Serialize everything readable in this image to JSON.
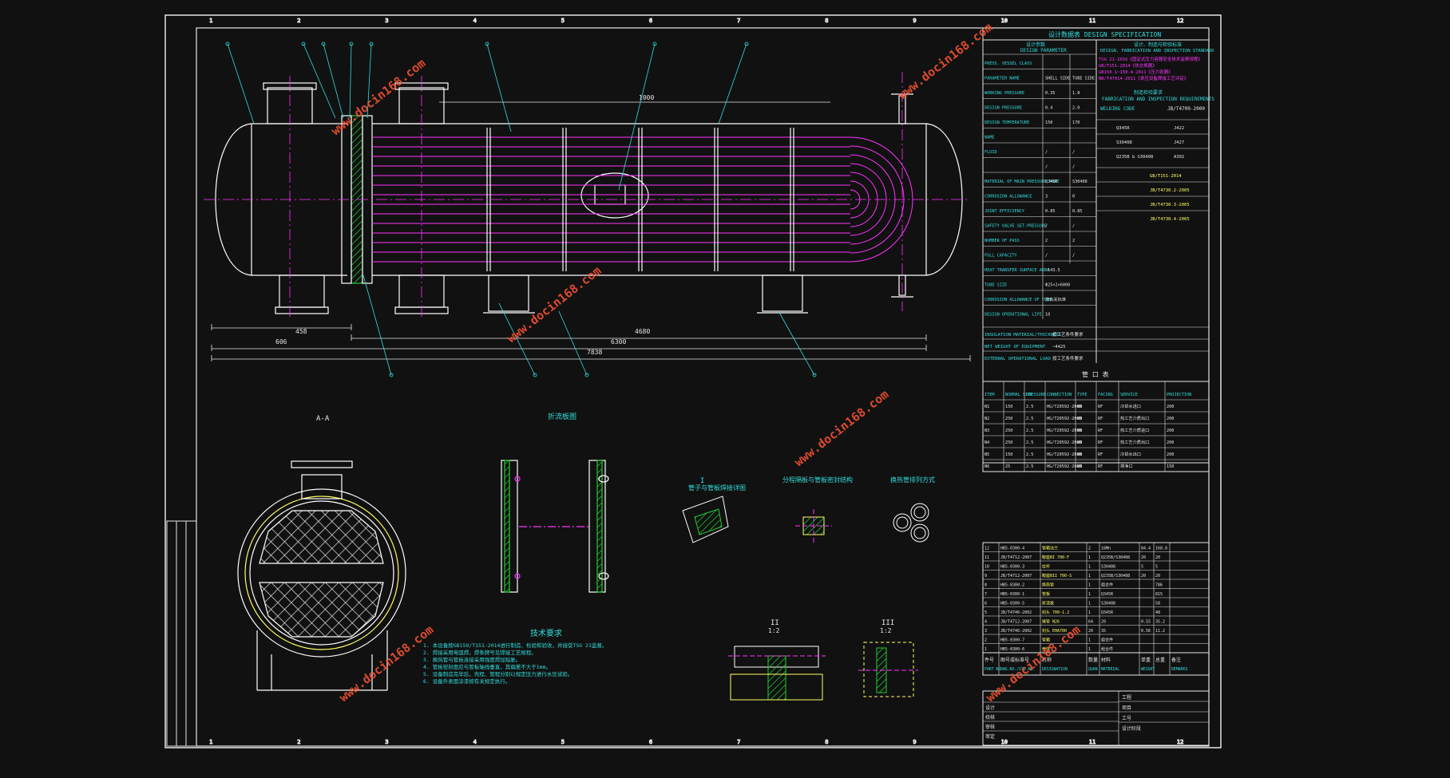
{
  "spec": {
    "title": "设计数据表 DESIGN SPECIFICATION",
    "left_head_cn": "设计参数",
    "left_head_en": "DESIGN PARAMETER",
    "right_head_cn": "设计、制造与检验标准",
    "right_head_en": "DESIGN, FABRICATION AND INSPECTION STANDARD",
    "std_lines": [
      "TSG 21-2016《固定式压力容器安全技术监察规程》",
      "GB/T151-2014《热交换器》",
      "GB150.1~150.4-2011《压力容器》",
      "NB/T47014-2011《承压设备焊接工艺评定》"
    ],
    "fab_head_cn": "制造检验要求",
    "fab_head_en": "FABRICATION AND INSPECTION REQUIREMENTS",
    "cols": [
      "SHELL SIDE",
      "TUBE SIDE"
    ],
    "params": [
      {
        "label": "PRESS. VESSEL CLASS",
        "shell": "",
        "tube": ""
      },
      {
        "label": "PARAMETER NAME",
        "shell": "SHELL SIDE",
        "tube": "TUBE SIDE"
      },
      {
        "label": "WORKING PRESSURE",
        "shell": "0.35",
        "tube": "1.8"
      },
      {
        "label": "DESIGN PRESSURE",
        "shell": "0.4",
        "tube": "2.0"
      },
      {
        "label": "DESIGN TEMPERATURE",
        "shell": "150",
        "tube": "170"
      },
      {
        "label": "NAME",
        "shell": "",
        "tube": ""
      },
      {
        "label": "FLUID",
        "shell": "/",
        "tube": "/"
      },
      {
        "label": "",
        "shell": "/",
        "tube": "/"
      },
      {
        "label": "MATERIAL OF MAIN PRESSURE PART",
        "shell": "Q345R",
        "tube": "S30408"
      },
      {
        "label": "CORROSION ALLOWANCE",
        "shell": "3",
        "tube": "0"
      },
      {
        "label": "JOINT EFFICIENCY",
        "shell": "0.85",
        "tube": "0.85"
      },
      {
        "label": "SAFETY VALVE SET-PRESSURE",
        "shell": "/",
        "tube": "/"
      },
      {
        "label": "NUMBER OF PASS",
        "shell": "2",
        "tube": "2"
      },
      {
        "label": "FULL CAPACITY",
        "shell": "/",
        "tube": "/"
      },
      {
        "label": "HEAT TRANSFER SURFACE AREA",
        "shell": "~143.5",
        "tube": ""
      },
      {
        "label": "TUBE SIZE",
        "shell": "Φ25×2×6000",
        "tube": ""
      },
      {
        "label": "CORROSION ALLOWANCE OF TUBE",
        "shell": "按有关标准",
        "tube": ""
      },
      {
        "label": "DESIGN OPERATIONAL LIFE",
        "shell": "10",
        "tube": ""
      }
    ],
    "std_row": {
      "label": "WELDING CODE",
      "value": "JB/T4709-2000"
    },
    "weld_rows": [
      {
        "a": "Q345R",
        "b": "J422"
      },
      {
        "a": "S30408",
        "b": "J427"
      },
      {
        "a": "Q235B & S30408",
        "b": "A302"
      }
    ],
    "insp_rows": [
      "GB/T151-2014",
      "JB/T4730.2-2005",
      "JB/T4730.3-2005",
      "JB/T4730.4-2005"
    ],
    "bottom_rows": [
      {
        "label": "INSULATION MATERIAL/THICKNESS",
        "value": "按工艺条件要求"
      },
      {
        "label": "NET WEIGHT OF EQUIPMENT",
        "value": "~4425"
      },
      {
        "label": "EXTERNAL OPERATIONAL LOAD",
        "value": "按工艺条件要求"
      }
    ]
  },
  "nozzles": {
    "title": "管 口 表",
    "headers": [
      "ITEM",
      "NORMAL SIZE",
      "PRESSURE",
      "CONNECTION",
      "TYPE",
      "FACING",
      "SERVICE",
      "PROJECTION"
    ],
    "rows": [
      [
        "N1",
        "150",
        "2.5",
        "HG/T20592-2009",
        "WN",
        "RF",
        "冷却水进口",
        "200"
      ],
      [
        "N2",
        "250",
        "2.5",
        "HG/T20592-2009",
        "WN",
        "RF",
        "热工艺介质出口",
        "200"
      ],
      [
        "N3",
        "250",
        "2.5",
        "HG/T20592-2009",
        "WN",
        "RF",
        "热工艺介质进口",
        "200"
      ],
      [
        "N4",
        "250",
        "2.5",
        "HG/T20592-2009",
        "WN",
        "RF",
        "热工艺介质出口",
        "200"
      ],
      [
        "N5",
        "150",
        "2.5",
        "HG/T20592-2009",
        "WN",
        "RF",
        "冷却水出口",
        "200"
      ],
      [
        "N6",
        "25",
        "2.5",
        "HG/T20592-2009",
        "WN",
        "RF",
        "排净口",
        "150"
      ]
    ]
  },
  "parts": {
    "header_cn": [
      "件号",
      "图号或标准号",
      "名称",
      "数量",
      "材料",
      "单重",
      "总重",
      "备注"
    ],
    "header_en": [
      "PART NO",
      "DWG.NO./STD.NO.",
      "DESIGNATION",
      "QUAN",
      "MATERIAL",
      "WEIGHT",
      "",
      "REMARKS"
    ],
    "rows": [
      [
        "12",
        "HB5-0300-4",
        "管箱法兰",
        "2",
        "16Mn",
        "84.4",
        "168.8",
        ""
      ],
      [
        "11",
        "JB/T4712-2007",
        "鞍座BI 700-F",
        "1",
        "Q235B/S30408",
        "20",
        "20",
        ""
      ],
      [
        "10",
        "HB5-0300-3",
        "拉杆",
        "1",
        "S30408",
        "5",
        "5",
        ""
      ],
      [
        "9",
        "JB/T4712-2007",
        "鞍座BII 700-S",
        "1",
        "Q235B/S30408",
        "20",
        "20",
        ""
      ],
      [
        "8",
        "HB5-0300-2",
        "换热管",
        "1",
        "组合件",
        "",
        "786",
        ""
      ],
      [
        "7",
        "HB5-0300-1",
        "管板",
        "1",
        "Q345R",
        "",
        "815",
        ""
      ],
      [
        "6",
        "HB5-0300-5",
        "折流板",
        "1",
        "S30408",
        "",
        "58",
        ""
      ],
      [
        "5",
        "JB/T4746-2002",
        "封头 700-1.2",
        "1",
        "Q345R",
        "",
        "48",
        ""
      ],
      [
        "4",
        "JB/T4712-2007",
        "接管 N26",
        "64",
        "20",
        "0.55",
        "35.2",
        ""
      ],
      [
        "3",
        "JB/T4746-2002",
        "封头 EHA700",
        "20",
        "35",
        "0.56",
        "11.2",
        ""
      ],
      [
        "2",
        "HB5-0300-7",
        "管箱",
        "1",
        "组合件",
        "",
        "",
        ""
      ],
      [
        "1",
        "HB5-0300-6",
        "壳体",
        "1",
        "组合件",
        "",
        "",
        ""
      ]
    ]
  },
  "title_block": {
    "rows": [
      "工程",
      "项目",
      "工号",
      "设计阶段"
    ],
    "left_rows": [
      "设计",
      "校核",
      "审核",
      "审定"
    ]
  },
  "views": {
    "section_aa": "A-A",
    "baffle": "折流板图",
    "detail_I": "I",
    "scale_note": "1:2",
    "weld_detail": "管子与管板焊接详图",
    "partition_detail": "分程隔板与管板密封结构",
    "tube_layout": "换热管排列方式",
    "detail_II": "II",
    "detail_III": "III",
    "tech_title": "技术要求",
    "tech_lines": [
      "1. 本设备按GB150/T151-2014进行制造、检验和验收，并接受TSG 21监督。",
      "2. 焊接采用电弧焊，焊条牌号见焊接工艺规程。",
      "3. 换热管与管板连接采用强度焊加贴胀。",
      "4. 管板密封面应与管板轴线垂直，其偏差不大于1mm。",
      "5. 设备制造完毕后，壳程、管程分别以规定压力进行水压试验。",
      "6. 设备外表面涂漆按有关规定执行。"
    ]
  },
  "dims": {
    "overall": "7838",
    "shell": "6300",
    "tubes": "4680",
    "span": "1000",
    "d1": "606",
    "d2": "458"
  },
  "watermark": "www.docin168.com"
}
